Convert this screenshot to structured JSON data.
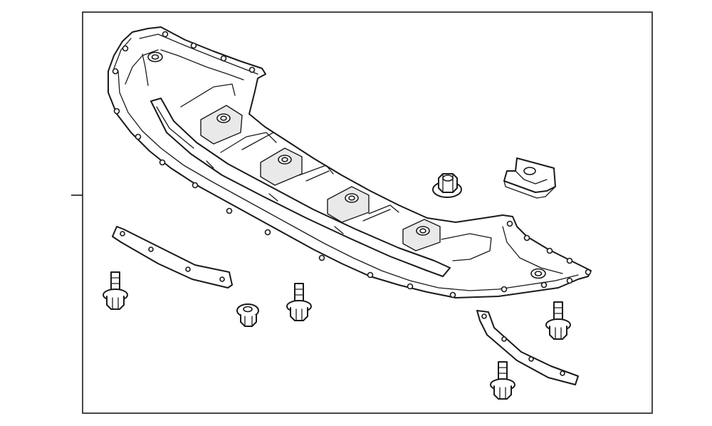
{
  "diagram": {
    "colors": {
      "line": "#1a1a1a",
      "background": "#ffffff",
      "face": "#e9e9e9"
    },
    "parts": [
      {
        "id": "undercover-panel",
        "kind": "engine-undercover-shield"
      },
      {
        "id": "retainer-nut",
        "kind": "hex-flange-nut"
      },
      {
        "id": "clip-bracket",
        "kind": "clip-bracket"
      },
      {
        "id": "seal-strip-left",
        "kind": "seal-strip"
      },
      {
        "id": "seal-strip-right",
        "kind": "seal-strip"
      },
      {
        "id": "bolt-left",
        "kind": "flange-bolt"
      },
      {
        "id": "grommet",
        "kind": "grommet"
      },
      {
        "id": "bolt-center",
        "kind": "flange-bolt"
      },
      {
        "id": "bolt-right",
        "kind": "flange-bolt"
      },
      {
        "id": "bolt-bottom",
        "kind": "flange-bolt"
      }
    ]
  }
}
